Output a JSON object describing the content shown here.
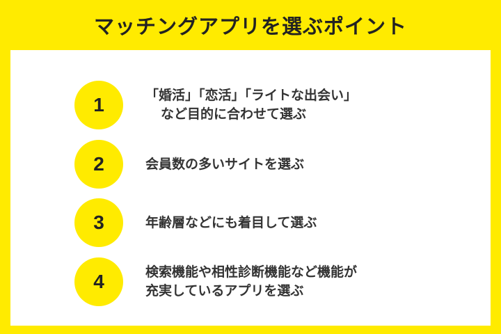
{
  "title": "マッチングアプリを選ぶポイント",
  "colors": {
    "accent": "#ffeb00",
    "text": "#333333"
  },
  "points": [
    {
      "number": "1",
      "lines": [
        "「婚活」「恋活」「ライトな出会い」",
        "など目的に合わせて選ぶ"
      ]
    },
    {
      "number": "2",
      "lines": [
        "会員数の多いサイトを選ぶ"
      ]
    },
    {
      "number": "3",
      "lines": [
        "年齢層などにも着目して選ぶ"
      ]
    },
    {
      "number": "4",
      "lines": [
        "検索機能や相性診断機能など機能が",
        "充実しているアプリを選ぶ"
      ]
    }
  ]
}
